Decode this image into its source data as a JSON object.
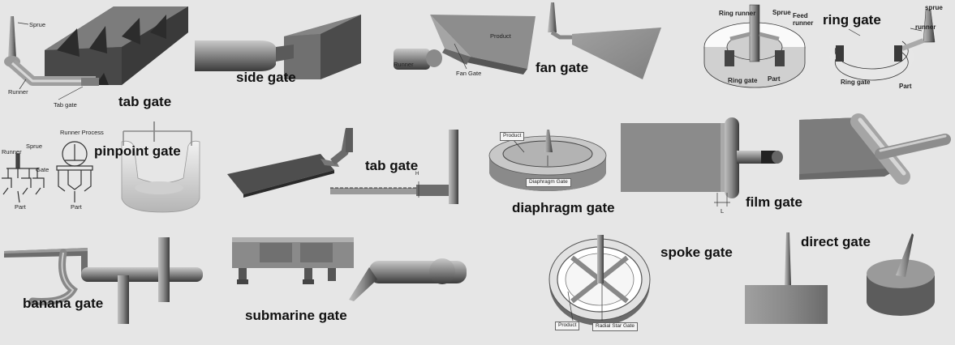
{
  "gates": {
    "tab_gate_1": "tab gate",
    "side_gate": "side gate",
    "fan_gate": "fan gate",
    "ring_gate": "ring gate",
    "pinpoint_gate": "pinpoint gate",
    "tab_gate_2": "tab gate",
    "diaphragm_gate": "diaphragm gate",
    "film_gate": "film gate",
    "banana_gate": "banana gate",
    "submarine_gate": "submarine gate",
    "spoke_gate": "spoke gate",
    "direct_gate": "direct gate"
  },
  "annotations": {
    "tab1_sprue": "Sprue",
    "tab1_runner": "Runner",
    "tab1_tab_gate": "Tab gate",
    "fan_product": "Product",
    "fan_runner": "Runner",
    "fan_fan_gate": "Fan Gate",
    "ring_ring_runner": "Ring runner",
    "ring_sprue": "Sprue",
    "ring_feed_runner_1": "Feed",
    "ring_feed_runner_2": "runner",
    "ring_ring_gate": "Ring gate",
    "ring_part": "Part",
    "ring2_sprue": "sprue",
    "ring2_runner": "runner",
    "ring2_ring_gate": "Ring gate",
    "ring2_part": "Part",
    "pin_runner_process": "Runner Process",
    "pin_runner": "Runner",
    "pin_sprue": "Sprue",
    "pin_gate": "Gate",
    "pin_part_1": "Part",
    "pin_part_2": "Part",
    "tab2_h": "H",
    "dia_product": "Product",
    "dia_diaphragm_gate": "Diaphragm Gate",
    "film_l": "L",
    "spoke_product": "Product",
    "spoke_radial_star_gate": "Radial Star Gate"
  }
}
